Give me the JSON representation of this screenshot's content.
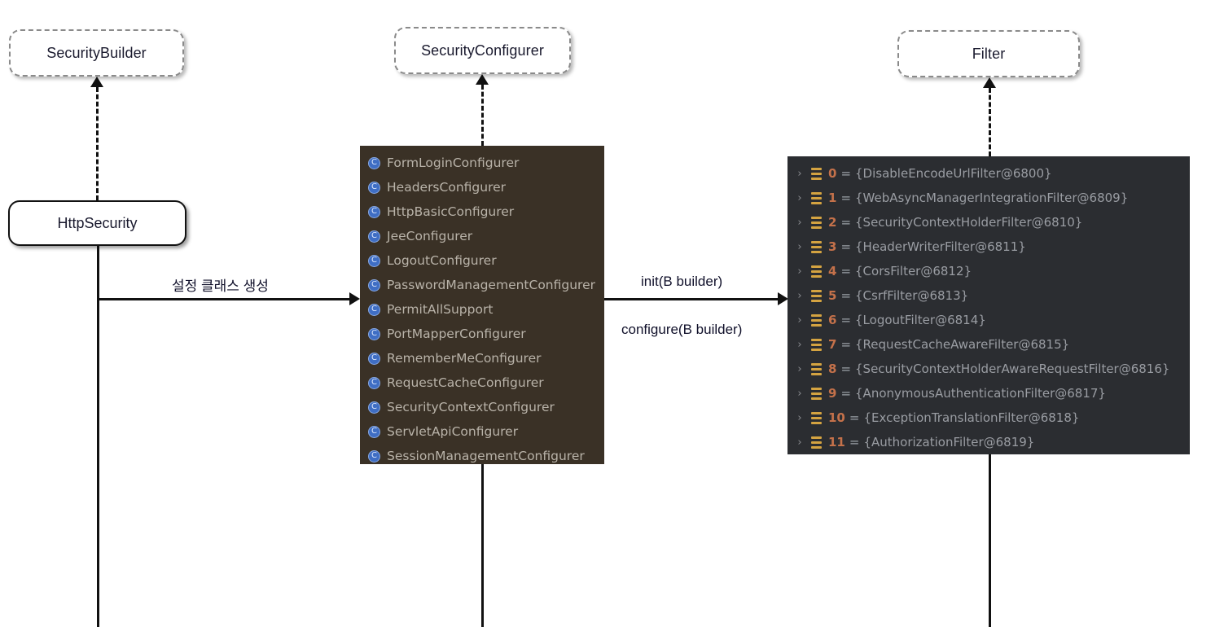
{
  "diagram": {
    "title": "Spring Security HttpSecurity / SecurityConfigurer / Filter flow",
    "nodes": {
      "security_builder": {
        "label": "SecurityBuilder",
        "kind": "interface"
      },
      "security_configurer": {
        "label": "SecurityConfigurer",
        "kind": "interface"
      },
      "filter": {
        "label": "Filter",
        "kind": "interface"
      },
      "http_security": {
        "label": "HttpSecurity",
        "kind": "class"
      }
    },
    "edges": {
      "create_config": "설정 클래스 생성",
      "init": "init(B builder)",
      "configure": "configure(B builder)"
    }
  },
  "configurers_panel": {
    "icon": "class-icon",
    "icon_glyph": "C",
    "background": "#3a3126",
    "items": [
      "FormLoginConfigurer",
      "HeadersConfigurer",
      "HttpBasicConfigurer",
      "JeeConfigurer",
      "LogoutConfigurer",
      "PasswordManagementConfigurer",
      "PermitAllSupport",
      "PortMapperConfigurer",
      "RememberMeConfigurer",
      "RequestCacheConfigurer",
      "SecurityContextConfigurer",
      "ServletApiConfigurer",
      "SessionManagementConfigurer"
    ]
  },
  "filters_panel": {
    "background": "#2b2d31",
    "chevron": "›",
    "icon": "array-icon",
    "equals": "=",
    "rows": [
      {
        "index": "0",
        "value": "{DisableEncodeUrlFilter@6800}"
      },
      {
        "index": "1",
        "value": "{WebAsyncManagerIntegrationFilter@6809}"
      },
      {
        "index": "2",
        "value": "{SecurityContextHolderFilter@6810}"
      },
      {
        "index": "3",
        "value": "{HeaderWriterFilter@6811}"
      },
      {
        "index": "4",
        "value": "{CorsFilter@6812}"
      },
      {
        "index": "5",
        "value": "{CsrfFilter@6813}"
      },
      {
        "index": "6",
        "value": "{LogoutFilter@6814}"
      },
      {
        "index": "7",
        "value": "{RequestCacheAwareFilter@6815}"
      },
      {
        "index": "8",
        "value": "{SecurityContextHolderAwareRequestFilter@6816}"
      },
      {
        "index": "9",
        "value": "{AnonymousAuthenticationFilter@6817}"
      },
      {
        "index": "10",
        "value": "{ExceptionTranslationFilter@6818}"
      },
      {
        "index": "11",
        "value": "{AuthorizationFilter@6819}"
      }
    ]
  },
  "colors": {
    "configurer_panel_bg": "#3a3126",
    "filter_panel_bg": "#2b2d31",
    "class_icon": "#3f6ec4",
    "array_icon": "#d4a341",
    "filter_index": "#c4714a",
    "filter_value": "#9a9da3",
    "line": "#111111"
  }
}
